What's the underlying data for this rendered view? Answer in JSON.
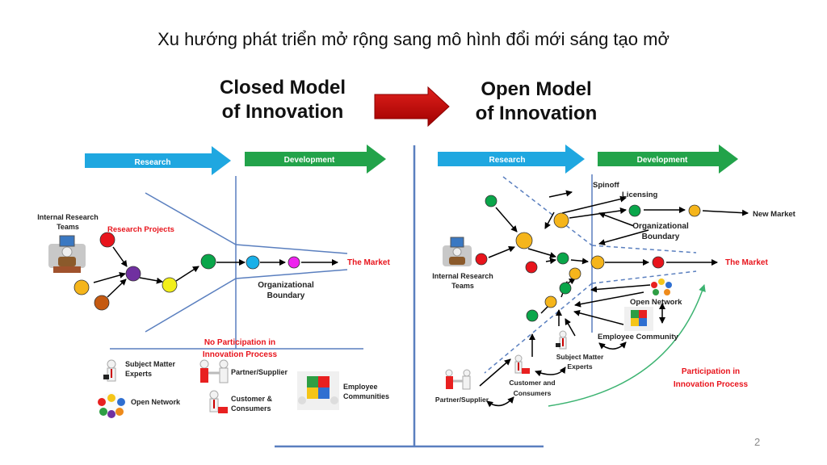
{
  "slide": {
    "title": "Xu hướng phát triển mở rộng sang mô hình đổi mới sáng tạo mở",
    "page_number": "2"
  },
  "closed": {
    "title_line1": "Closed Model",
    "title_line2": "of Innovation",
    "research": "Research",
    "development": "Development",
    "internal_teams_1": "Internal Research",
    "internal_teams_2": "Teams",
    "research_projects": "Research Projects",
    "the_market": "The Market",
    "org_boundary_1": "Organizational",
    "org_boundary_2": "Boundary",
    "no_participation_1": "No Participation in",
    "no_participation_2": "Innovation Process",
    "sme_1": "Subject Matter",
    "sme_2": "Experts",
    "partner": "Partner/Supplier",
    "customer_1": "Customer &",
    "customer_2": "Consumers",
    "employee_1": "Employee",
    "employee_2": "Communities",
    "open_network": "Open Network"
  },
  "open": {
    "title_line1": "Open Model",
    "title_line2": "of Innovation",
    "research": "Research",
    "development": "Development",
    "spinoff": "Spinoff",
    "licensing": "Licensing",
    "new_market": "New Market",
    "org_boundary_1": "Organizational",
    "org_boundary_2": "Boundary",
    "the_market": "The Market",
    "internal_teams_1": "Internal Research",
    "internal_teams_2": "Teams",
    "open_network": "Open Network",
    "employee_community": "Employee Community",
    "sme_1": "Subject Matter",
    "sme_2": "Experts",
    "customer_1": "Customer and",
    "customer_2": "Consumers",
    "partner": "Partner/Supplier",
    "participation_1": "Participation in",
    "participation_2": "Innovation Process"
  },
  "colors": {
    "research_arrow": "#1fa7e0",
    "development_arrow": "#22a34a",
    "center_arrow": "#c00000",
    "boundary_line": "#5a7fbf",
    "label_red": "#e8141c",
    "participation_arrow": "#3cb371",
    "dot_red": "#e8141c",
    "dot_green": "#0aa64a",
    "dot_orange": "#f5b51b",
    "dot_yellow": "#f2ef1a",
    "dot_purple": "#7030a0",
    "dot_brown": "#c55a11",
    "dot_cyan": "#1ab0e8",
    "dot_magenta": "#ee22ee"
  },
  "icons": [
    "person-computer-icon",
    "person-briefcase-icon",
    "handshake-icon",
    "person-shopping-cart-icon",
    "puzzle-people-icon",
    "people-circle-icon"
  ]
}
